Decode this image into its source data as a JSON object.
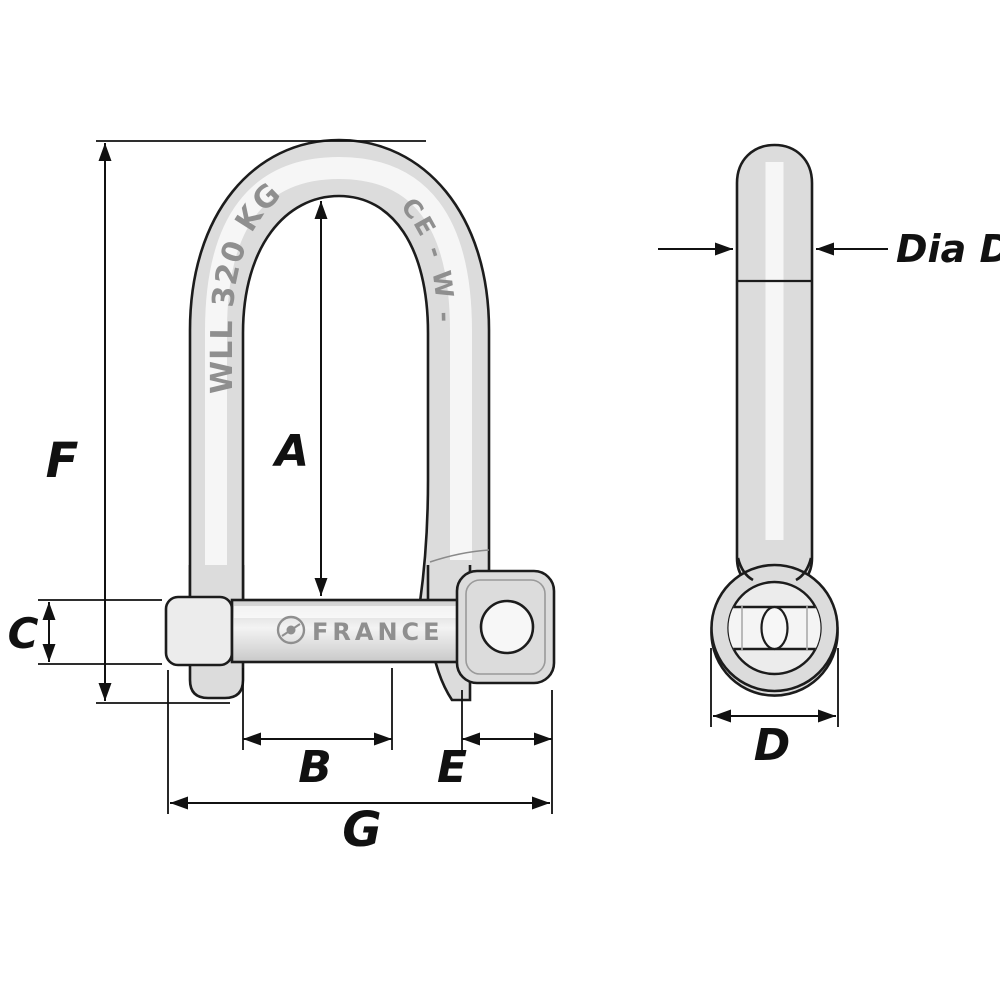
{
  "diagram": {
    "dimensions": {
      "F": "F",
      "A": "A",
      "C": "C",
      "B": "B",
      "E": "E",
      "G": "G",
      "D": "D",
      "dia_d": "Dia D"
    },
    "markings": {
      "wll": "WLL 320 KG",
      "ce_mark": "CE - W -",
      "origin": "FRANCE"
    },
    "colors": {
      "outline": "#1c1c1c",
      "dimension": "#111111",
      "metal_light": "#ececec",
      "metal_mid": "#dcdcdc",
      "engraving": "#8f8f8f",
      "background": "#ffffff"
    }
  }
}
